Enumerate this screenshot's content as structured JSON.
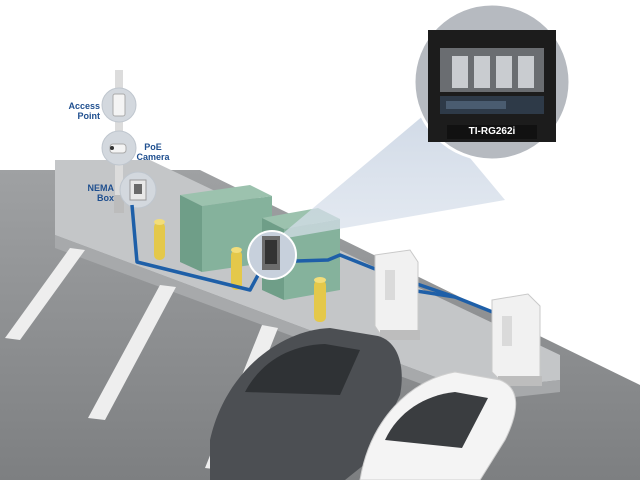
{
  "labels": {
    "access_point": "Access\nPoint",
    "poe_camera": "PoE\nCamera",
    "nema_box": "NEMA\nBox",
    "device_model": "TI-RG262i"
  },
  "colors": {
    "cable": "#1e5fa8",
    "cabinet": "#7fae98",
    "bollard": "#e7c94b",
    "pavement": "#8a8c8e",
    "sidewalk": "#c9cbcd",
    "label": "#1f4f8f"
  },
  "icons": [
    "access-point-icon",
    "poe-camera-icon",
    "nema-box-icon",
    "rack-switch-icon",
    "ev-charger-icon",
    "car-icon"
  ]
}
